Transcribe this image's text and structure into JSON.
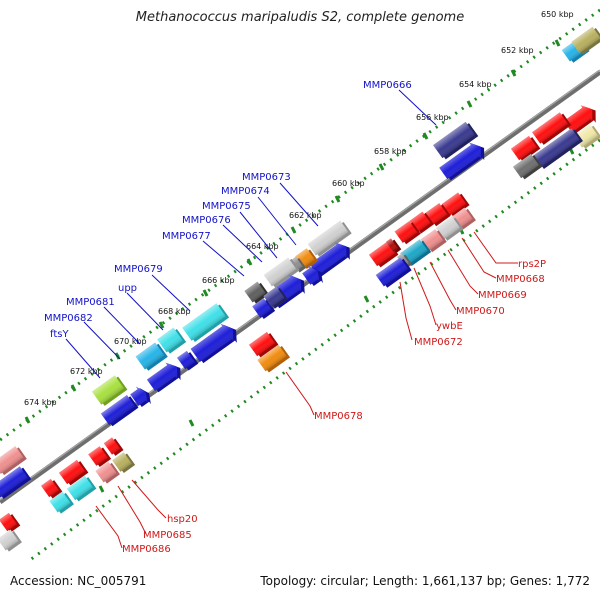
{
  "title": "Methanococcus maripaludis S2, complete genome",
  "footer": {
    "accession": "Accession: NC_005791",
    "summary": "Topology: circular; Length: 1,661,137 bp; Genes: 1,772"
  },
  "colors": {
    "backbone": "#707070",
    "tick_dots": "#1f8a1f",
    "label_top": "#1212c8",
    "label_bottom": "#d01818"
  },
  "kbp_ticks": [
    "650 kbp",
    "652 kbp",
    "654 kbp",
    "656 kbp",
    "658 kbp",
    "660 kbp",
    "662 kbp",
    "664 kbp",
    "666 kbp",
    "668 kbp",
    "670 kbp",
    "672 kbp",
    "674 kbp"
  ],
  "gene_labels_top": [
    "MMP0666",
    "MMP0673",
    "MMP0674",
    "MMP0675",
    "MMP0676",
    "MMP0677",
    "MMP0679",
    "upp",
    "MMP0681",
    "MMP0682",
    "ftsY"
  ],
  "gene_labels_bottom": [
    "rps2P",
    "MMP0668",
    "MMP0669",
    "MMP0670",
    "ywbE",
    "MMP0672",
    "MMP0678",
    "hsp20",
    "MMP0685",
    "MMP0686"
  ]
}
